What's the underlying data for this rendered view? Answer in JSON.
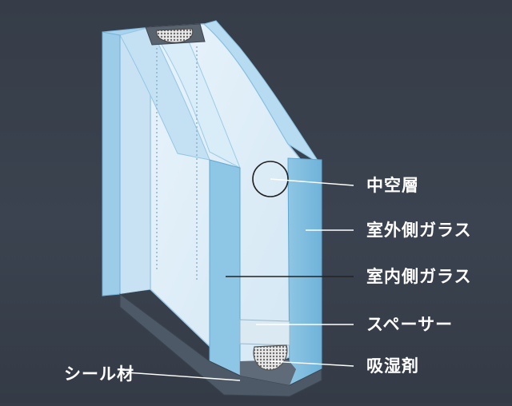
{
  "diagram": {
    "background_color": "#3a414d",
    "labels": {
      "hollow_layer": "中空層",
      "outdoor_glass": "室外側ガラス",
      "indoor_glass": "室内側ガラス",
      "spacer": "スペーサー",
      "desiccant": "吸湿剤",
      "sealant": "シール材"
    }
  }
}
